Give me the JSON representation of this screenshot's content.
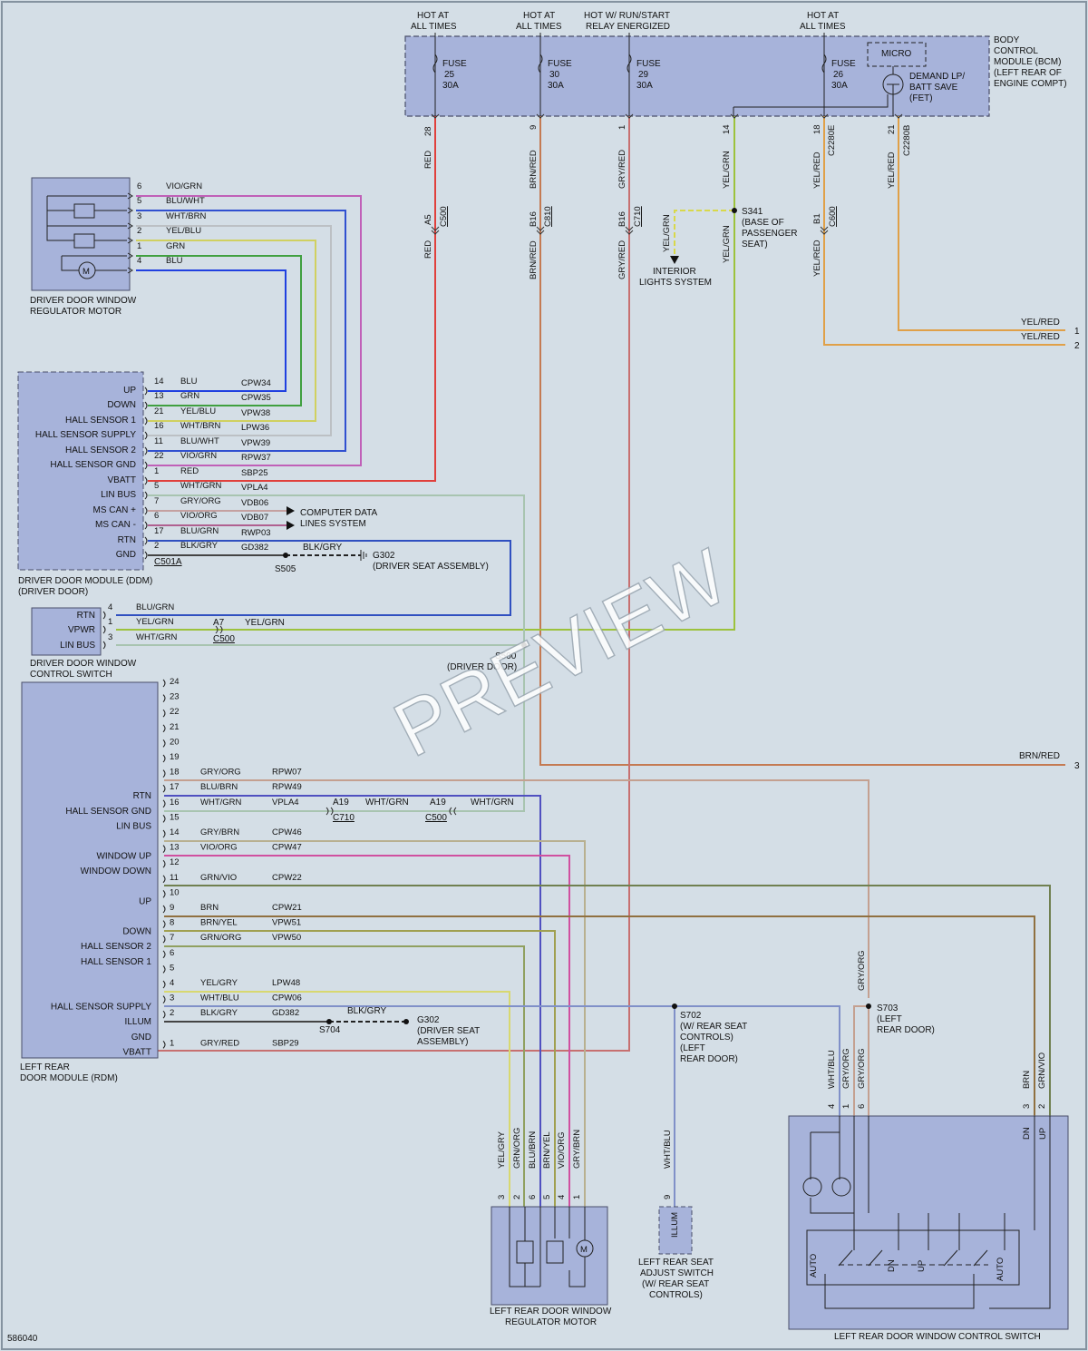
{
  "diagram_id": "586040",
  "watermark": "PREVIEW",
  "bcm": {
    "title": [
      "BODY",
      "CONTROL",
      "MODULE (BCM)",
      "(LEFT REAR OF",
      "ENGINE COMPT)"
    ],
    "hot_labels": [
      [
        "HOT AT",
        "ALL TIMES"
      ],
      [
        "HOT AT",
        "ALL TIMES"
      ],
      [
        "HOT W/ RUN/START",
        "RELAY ENERGIZED"
      ],
      [
        "HOT AT",
        "ALL TIMES"
      ]
    ],
    "fuses": [
      [
        "FUSE",
        "25",
        "30A"
      ],
      [
        "FUSE",
        "30",
        "30A"
      ],
      [
        "FUSE",
        "29",
        "30A"
      ],
      [
        "FUSE",
        "26",
        "30A"
      ]
    ],
    "micro": "MICRO",
    "demand": [
      "DEMAND LP/",
      "BATT SAVE",
      "(FET)"
    ],
    "pins": [
      "28",
      "9",
      "1",
      "14",
      "18",
      "21"
    ],
    "connectors": [
      "C2280E",
      "C2280B"
    ]
  },
  "vertical_wires": {
    "red_top": "RED",
    "brnred_top": "BRN/RED",
    "gryred_top": "GRY/RED",
    "yelgrn_top": "YEL/GRN",
    "yelred1_top": "YEL/RED",
    "yelred2_top": "YEL/RED",
    "red_bot": "RED",
    "brnred_bot": "BRN/RED",
    "gryred_bot": "GRY/RED",
    "yelgrn_bot": "YEL/GRN",
    "yelred_bot": "YEL/RED",
    "c500_pin": "A5",
    "c500": "C500",
    "c810_pin": "B16",
    "c810": "C810",
    "c710_pin": "B16",
    "c710": "C710",
    "c600_pin": "B1",
    "c600": "C600",
    "s341": [
      "S341",
      "(BASE OF",
      "PASSENGER",
      "SEAT)"
    ],
    "interior_wire": "YEL/GRN",
    "interior": [
      "INTERIOR",
      "LIGHTS SYSTEM"
    ]
  },
  "right_outputs": [
    {
      "label": "YEL/RED",
      "num": "1"
    },
    {
      "label": "YEL/RED",
      "num": "2"
    },
    {
      "label": "BRN/RED",
      "num": "3"
    }
  ],
  "ddwr_motor": {
    "title": [
      "DRIVER DOOR WINDOW",
      "REGULATOR MOTOR"
    ],
    "pins": [
      {
        "pin": "6",
        "color": "VIO/GRN"
      },
      {
        "pin": "5",
        "color": "BLU/WHT"
      },
      {
        "pin": "3",
        "color": "WHT/BRN"
      },
      {
        "pin": "2",
        "color": "YEL/BLU"
      },
      {
        "pin": "1",
        "color": "GRN"
      },
      {
        "pin": "4",
        "color": "BLU"
      }
    ],
    "motor": "M"
  },
  "ddm": {
    "title": [
      "DRIVER DOOR MODULE (DDM)",
      "(DRIVER DOOR)"
    ],
    "connector": "C501A",
    "rows": [
      {
        "name": "UP",
        "pin": "14",
        "color": "BLU",
        "circuit": "CPW34"
      },
      {
        "name": "DOWN",
        "pin": "13",
        "color": "GRN",
        "circuit": "CPW35"
      },
      {
        "name": "HALL SENSOR 1",
        "pin": "21",
        "color": "YEL/BLU",
        "circuit": "VPW38"
      },
      {
        "name": "HALL SENSOR SUPPLY",
        "pin": "16",
        "color": "WHT/BRN",
        "circuit": "LPW36"
      },
      {
        "name": "HALL SENSOR 2",
        "pin": "11",
        "color": "BLU/WHT",
        "circuit": "VPW39"
      },
      {
        "name": "HALL SENSOR GND",
        "pin": "22",
        "color": "VIO/GRN",
        "circuit": "RPW37"
      },
      {
        "name": "VBATT",
        "pin": "1",
        "color": "RED",
        "circuit": "SBP25"
      },
      {
        "name": "LIN BUS",
        "pin": "5",
        "color": "WHT/GRN",
        "circuit": "VPLA4"
      },
      {
        "name": "MS CAN +",
        "pin": "7",
        "color": "GRY/ORG",
        "circuit": "VDB06"
      },
      {
        "name": "MS CAN -",
        "pin": "6",
        "color": "VIO/ORG",
        "circuit": "VDB07"
      },
      {
        "name": "RTN",
        "pin": "17",
        "color": "BLU/GRN",
        "circuit": "RWP03"
      },
      {
        "name": "GND",
        "pin": "2",
        "color": "BLK/GRY",
        "circuit": "GD382"
      }
    ],
    "computer_data": [
      "COMPUTER DATA",
      "LINES SYSTEM"
    ],
    "s505": "S505",
    "gnd_wire": "BLK/GRY",
    "g302": [
      "G302",
      "(DRIVER SEAT ASSEMBLY)"
    ]
  },
  "ddwcs": {
    "title": [
      "DRIVER DOOR WINDOW",
      "CONTROL SWITCH"
    ],
    "rows": [
      {
        "name": "RTN",
        "pin": "4",
        "color": "BLU/GRN"
      },
      {
        "name": "VPWR",
        "pin": "1",
        "color": "YEL/GRN"
      },
      {
        "name": "LIN BUS",
        "pin": "3",
        "color": "WHT/GRN"
      }
    ],
    "a7": "A7",
    "a7_color": "YEL/GRN",
    "c500": "C500",
    "s500": [
      "S500",
      "(DRIVER DOOR)"
    ]
  },
  "rdm": {
    "title": [
      "LEFT REAR",
      "DOOR MODULE (RDM)"
    ],
    "rows": [
      {
        "name": "",
        "pin": "24",
        "color": "",
        "circuit": ""
      },
      {
        "name": "",
        "pin": "23",
        "color": "",
        "circuit": ""
      },
      {
        "name": "",
        "pin": "22",
        "color": "",
        "circuit": ""
      },
      {
        "name": "",
        "pin": "21",
        "color": "",
        "circuit": ""
      },
      {
        "name": "",
        "pin": "20",
        "color": "",
        "circuit": ""
      },
      {
        "name": "",
        "pin": "19",
        "color": "",
        "circuit": ""
      },
      {
        "name": "",
        "pin": "18",
        "color": "GRY/ORG",
        "circuit": "RPW07"
      },
      {
        "name": "RTN",
        "pin": "17",
        "color": "BLU/BRN",
        "circuit": "RPW49"
      },
      {
        "name": "HALL SENSOR GND",
        "pin": "16",
        "color": "WHT/GRN",
        "circuit": "VPLA4"
      },
      {
        "name": "LIN BUS",
        "pin": "15",
        "color": "",
        "circuit": ""
      },
      {
        "name": "",
        "pin": "14",
        "color": "GRY/BRN",
        "circuit": "CPW46"
      },
      {
        "name": "WINDOW UP",
        "pin": "13",
        "color": "VIO/ORG",
        "circuit": "CPW47"
      },
      {
        "name": "WINDOW DOWN",
        "pin": "12",
        "color": "",
        "circuit": ""
      },
      {
        "name": "",
        "pin": "11",
        "color": "GRN/VIO",
        "circuit": "CPW22"
      },
      {
        "name": "UP",
        "pin": "10",
        "color": "",
        "circuit": ""
      },
      {
        "name": "",
        "pin": "9",
        "color": "BRN",
        "circuit": "CPW21"
      },
      {
        "name": "DOWN",
        "pin": "8",
        "color": "BRN/YEL",
        "circuit": "VPW51"
      },
      {
        "name": "HALL SENSOR 2",
        "pin": "7",
        "color": "GRN/ORG",
        "circuit": "VPW50"
      },
      {
        "name": "HALL SENSOR 1",
        "pin": "6",
        "color": "",
        "circuit": ""
      },
      {
        "name": "",
        "pin": "5",
        "color": "",
        "circuit": ""
      },
      {
        "name": "",
        "pin": "4",
        "color": "YEL/GRY",
        "circuit": "LPW48"
      },
      {
        "name": "HALL SENSOR SUPPLY",
        "pin": "3",
        "color": "WHT/BLU",
        "circuit": "CPW06"
      },
      {
        "name": "ILLUM",
        "pin": "2",
        "color": "BLK/GRY",
        "circuit": "GD382"
      },
      {
        "name": "GND",
        "pin": "",
        "color": "",
        "circuit": ""
      },
      {
        "name": "VBATT",
        "pin": "1",
        "color": "GRY/RED",
        "circuit": "SBP29"
      }
    ],
    "a19_1": "A19",
    "c710": "C710",
    "a19_color": "WHT/GRN",
    "a19_2": "A19",
    "c500": "C500",
    "a19_color2": "WHT/GRN",
    "s704": "S704",
    "gnd_wire": "BLK/GRY",
    "g302": [
      "G302",
      "(DRIVER SEAT",
      "ASSEMBLY)"
    ]
  },
  "s702": [
    "S702",
    "(W/ REAR SEAT",
    "CONTROLS)",
    "(LEFT",
    "REAR DOOR)"
  ],
  "s703": [
    "S703",
    "(LEFT",
    "REAR DOOR)"
  ],
  "s703_wire": "GRY/ORG",
  "lrwr_motor": {
    "title": [
      "LEFT REAR DOOR WINDOW",
      "REGULATOR MOTOR"
    ],
    "wires": [
      "YEL/GRY",
      "GRN/ORG",
      "BLU/BRN",
      "BRN/YEL",
      "VIO/ORG",
      "GRY/BRN"
    ],
    "pins": [
      "3",
      "2",
      "6",
      "5",
      "4",
      "1"
    ],
    "motor": "M"
  },
  "rsas": {
    "title": [
      "LEFT REAR SEAT",
      "ADJUST SWITCH",
      "(W/ REAR SEAT",
      "CONTROLS)"
    ],
    "wire": "WHT/BLU",
    "pin": "9",
    "illum": "ILLUM"
  },
  "lrwcs": {
    "title": "LEFT REAR DOOR WINDOW CONTROL SWITCH",
    "wires": [
      "WHT/BLU",
      "GRY/ORG",
      "GRY/ORG",
      "BRN",
      "GRN/VIO"
    ],
    "pins": [
      "4",
      "1",
      "6",
      "3",
      "2"
    ],
    "dn": "DN",
    "up": "UP",
    "auto": "AUTO"
  }
}
